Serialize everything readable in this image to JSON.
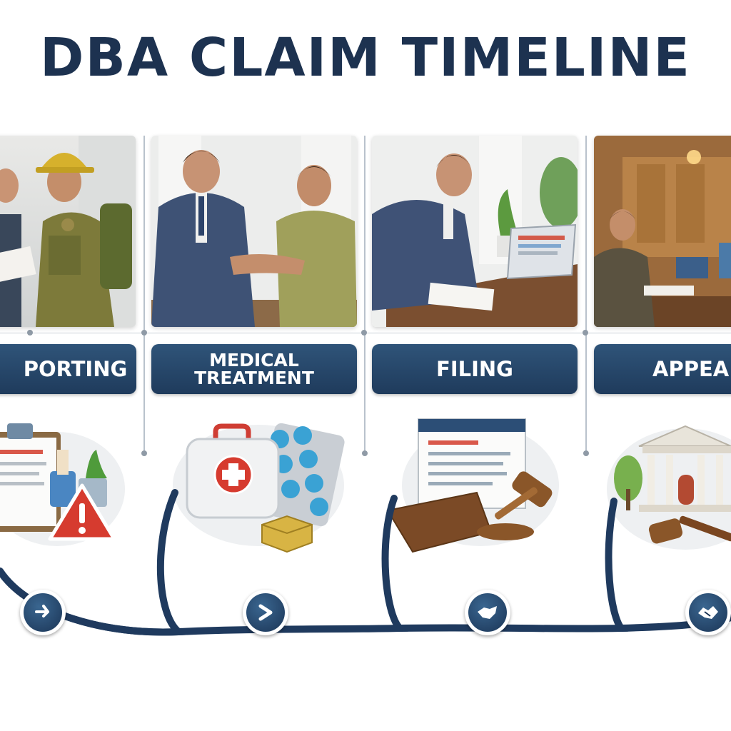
{
  "title": "DBA CLAIM TIMELINE",
  "colors": {
    "navy": "#1d3250",
    "label_bg": "#244466",
    "accent_red": "#d63b2f",
    "white": "#ffffff"
  },
  "stages": [
    {
      "label": "PORTING",
      "full_label": "REPORTING",
      "icon": "clipboard-warning-icon",
      "photo": "soldier-reporting-photo"
    },
    {
      "label_line1": "MEDICAL",
      "label_line2": "TREATMENT",
      "icon": "first-aid-kit-icon",
      "photo": "medical-treatment-photo"
    },
    {
      "label": "FILING",
      "icon": "document-gavel-icon",
      "photo": "filing-photo"
    },
    {
      "label": "APPEA",
      "full_label": "APPEAL",
      "icon": "courthouse-gavel-icon",
      "photo": "courtroom-photo"
    }
  ],
  "flow_nodes": [
    {
      "icon": "arrow-right-icon"
    },
    {
      "icon": "chevron-right-icon"
    },
    {
      "icon": "map-shape-icon"
    },
    {
      "icon": "handshake-icon"
    }
  ]
}
